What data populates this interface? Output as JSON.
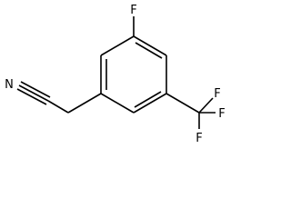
{
  "molecule": {
    "atoms": {
      "fluoro": "F",
      "cf3_f_top": "F",
      "cf3_f_right": "F",
      "cf3_f_bottom": "F",
      "nitrile_n": "N"
    },
    "colors": {
      "bond": "#000000",
      "label": "#000000",
      "background": "#ffffff"
    }
  }
}
